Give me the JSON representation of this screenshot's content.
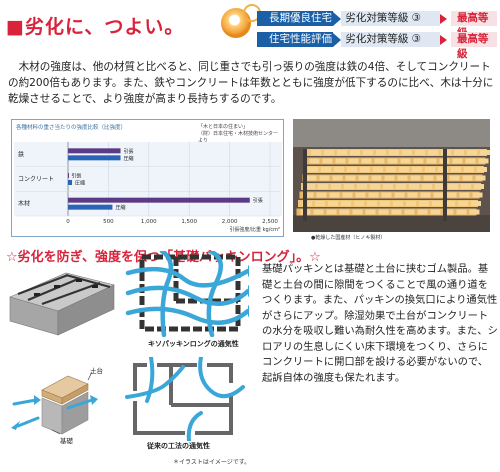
{
  "header": {
    "title": "■劣化に、つよい。",
    "ratings": [
      {
        "category": "長期優良住宅",
        "item": "劣化対策等級 ③",
        "grade": "最高等級"
      },
      {
        "category": "住宅性能評価",
        "item": "劣化対策等級 ③",
        "grade": "最高等級"
      }
    ]
  },
  "intro": "　木材の強度は、他の材質と比べると、同じ重さでも引っ張りの強度は鉄の4倍、そしてコンクリートの約200倍もあります。また、鉄やコンクリートは年数とともに強度が低下するのに比べ、木は十分に乾燥させることで、より強度が高まり長持ちするのです。",
  "chart": {
    "title": "各種材料の重さ当たりの強度比較（比強度）",
    "source_lines": [
      "「木と日本の住まい」",
      "（財）日本住宅・木材技術センターより"
    ],
    "unit": "引張強度/比重 kg/cm²",
    "materials": [
      "鉄",
      "コンクリート",
      "木材"
    ],
    "legend": [
      "引張",
      "圧縮"
    ]
  },
  "chart_data": {
    "type": "bar",
    "categories": [
      "鉄",
      "コンクリート",
      "木材"
    ],
    "series": [
      {
        "name": "引張",
        "values": [
          650,
          5,
          2250
        ]
      },
      {
        "name": "圧縮",
        "values": [
          650,
          50,
          550
        ]
      }
    ],
    "xlabel": "引張強度/比重 kg/cm²",
    "xticks": [
      "0",
      "500",
      "1,000",
      "1,500",
      "2,000",
      "2,500"
    ],
    "xlim": [
      0,
      2500
    ],
    "colors": {
      "引張": "#5b3a86",
      "圧縮": "#2a63b8"
    }
  },
  "photo": {
    "caption": "●乾燥した国産材（ヒノキ製材）"
  },
  "section2": {
    "heading": "☆劣化を防ぎ、強度を保つ「基礎パッキンロング」。☆",
    "paragraph": "基礎パッキンとは基礎と土台に挟むゴム製品。基礎と土台の間に隙間をつくることで風の通り道をつくります。また、パッキンの換気口により通気性がさらにアップ。除湿効果で土台がコンクリートの水分を吸収し難い為耐久性を高めます。また、シロアリの生息しにくい床下環境をつくり、さらにコンクリートに開口部を設ける必要がないので、起訴自体の強度も保たれます。"
  },
  "captions": {
    "packing": "キソパッキンロングの通気性",
    "conventional": "従来の工法の通気性",
    "dodai": "土台",
    "kiso": "基礎",
    "note": "＊イラストはイメージです。"
  },
  "colors": {
    "accent_red": "#d8233a",
    "rating_blue": "#1b5fa7",
    "air_flow": "#3aa7d8"
  }
}
